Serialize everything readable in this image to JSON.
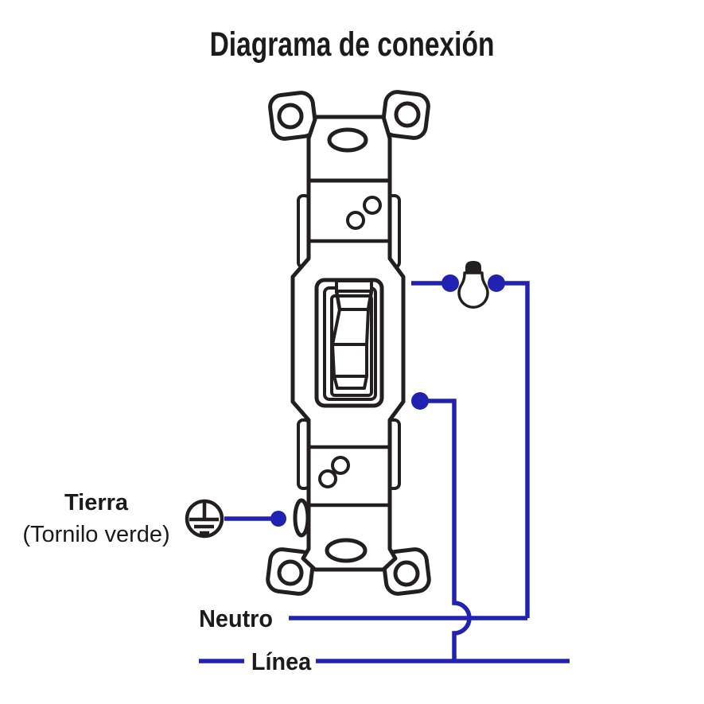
{
  "title": "Diagrama de conexión",
  "labels": {
    "ground": {
      "line1": "Tierra",
      "line2": "(Tornilo verde)"
    },
    "neutral": "Neutro",
    "line": "Línea"
  },
  "colors": {
    "wire_blue": "#2222b2",
    "outline_black": "#231f20",
    "background": "#ffffff"
  },
  "icons": {
    "bulb": "light-bulb-icon",
    "ground": "earth-ground-symbol-icon"
  }
}
